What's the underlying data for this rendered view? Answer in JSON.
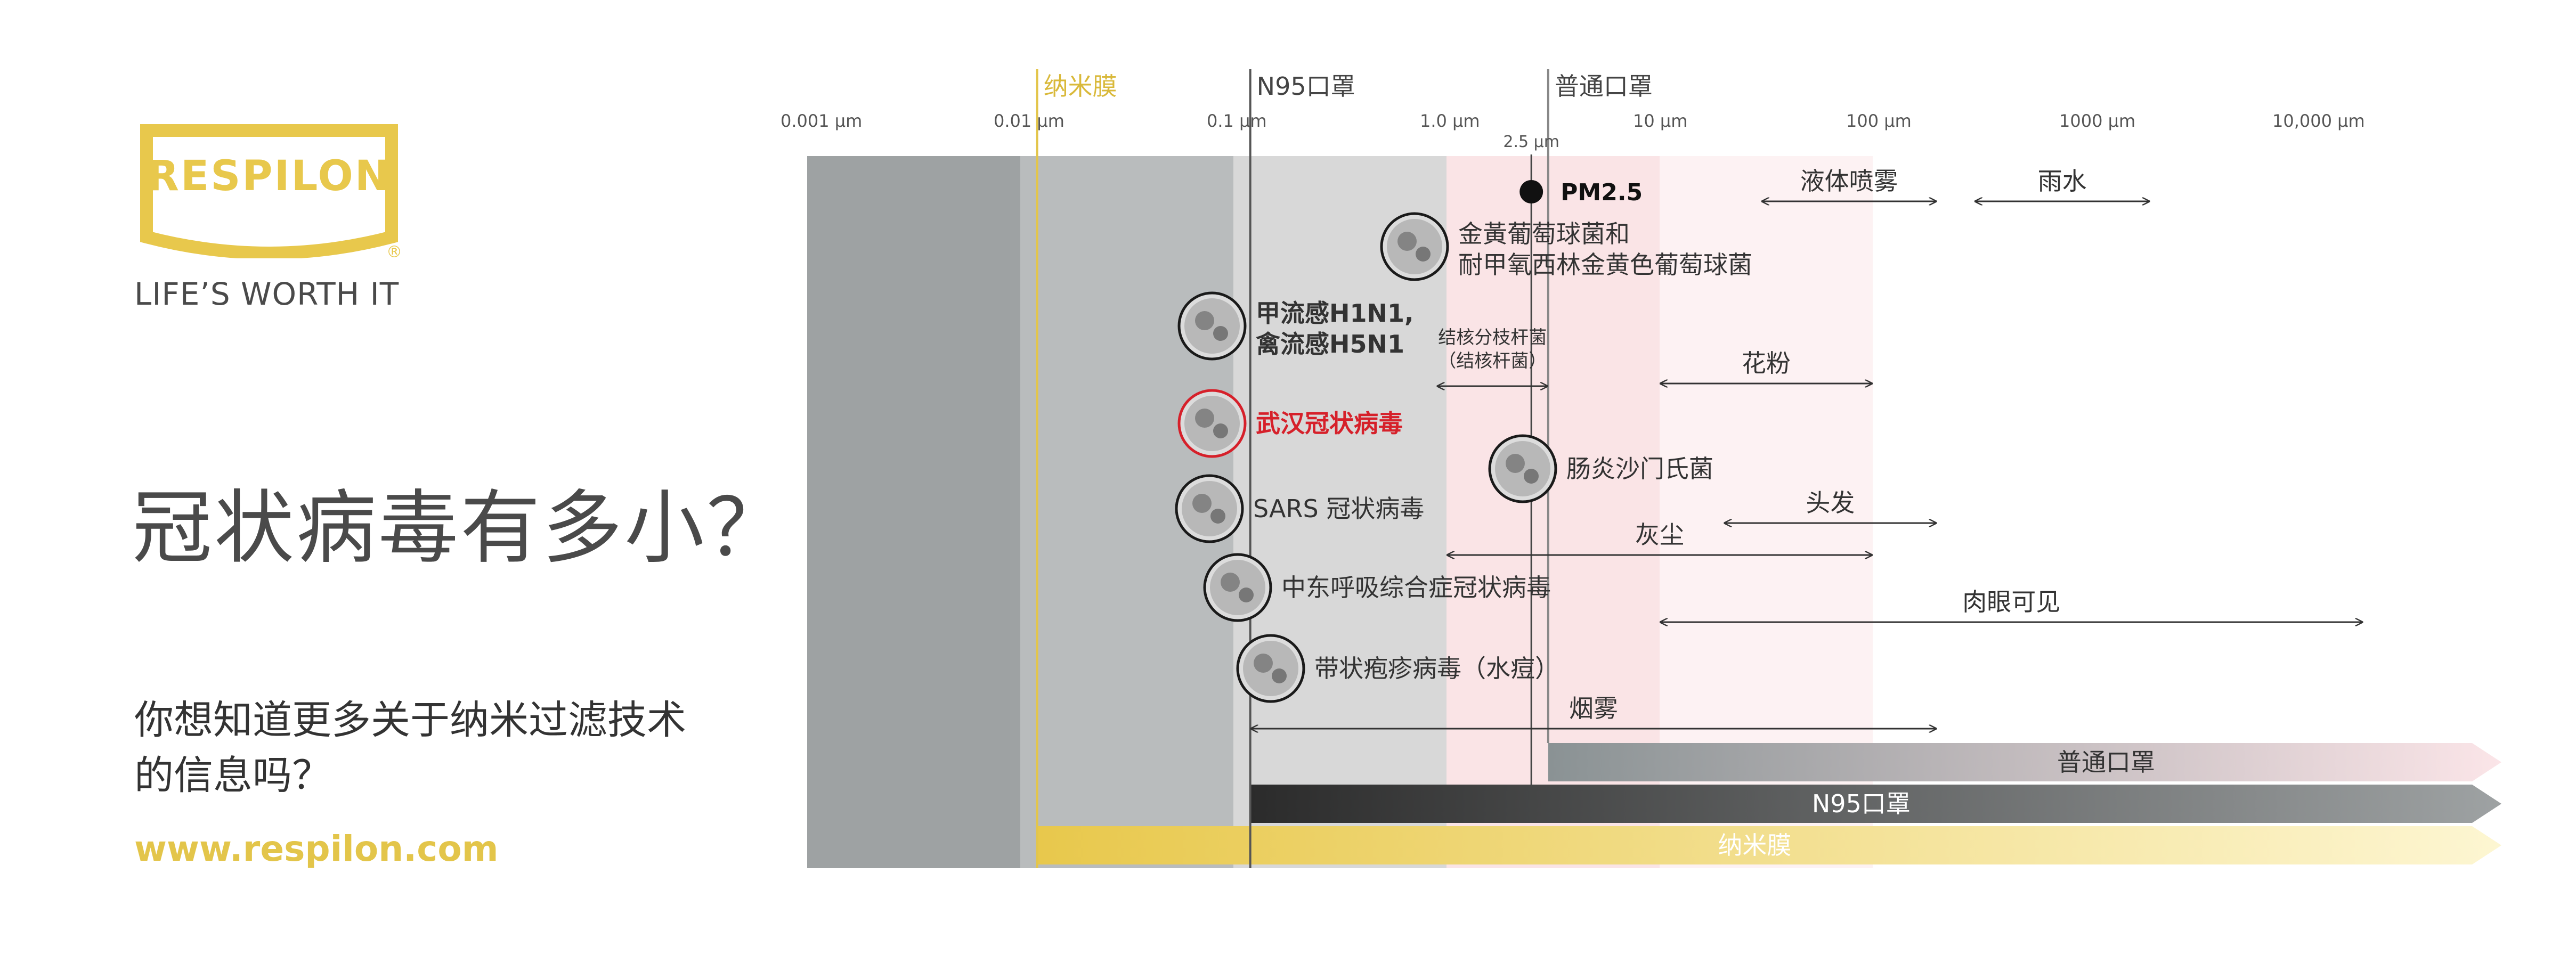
{
  "brand": {
    "logo_text": "RESPILON",
    "registered": "®",
    "tagline": "LIFE’S WORTH IT",
    "url": "www.respilon.com",
    "gold": "#e8c84c"
  },
  "left": {
    "question": "冠状病毒有多小？",
    "more_info": "你想知道更多关于纳米过滤技术的信息吗？"
  },
  "chart_data": {
    "type": "diagram",
    "scale": "log",
    "axis_range_um": [
      0.001,
      30000
    ],
    "ticks": [
      {
        "value": 0.001,
        "label": "0.001 µm"
      },
      {
        "value": 0.01,
        "label": "0.01 µm"
      },
      {
        "value": 0.1,
        "label": "0.1 µm"
      },
      {
        "value": 1,
        "label": "1.0 µm"
      },
      {
        "value": 10,
        "label": "10 µm"
      },
      {
        "value": 100,
        "label": "100 µm"
      },
      {
        "value": 1000,
        "label": "1000 µm"
      },
      {
        "value": 10000,
        "label": "10,000 µm"
      }
    ],
    "minor_tick": {
      "value": 2.5,
      "label": "2.5 µm"
    },
    "filter_lines": [
      {
        "name": "纳米膜",
        "value": 0.012,
        "color": "#e3c54a"
      },
      {
        "name": "N95口罩",
        "value": 0.12,
        "color": "#555555"
      },
      {
        "name": "普通口罩",
        "value": 3,
        "color": "#888888"
      }
    ],
    "bands": [
      {
        "from": 0.001,
        "to": 0.01,
        "color": "#9ea2a3"
      },
      {
        "from": 0.01,
        "to": 0.1,
        "color": "#b9bcbd"
      },
      {
        "from": 0.1,
        "to": 1,
        "color": "#d8d8d8"
      },
      {
        "from": 1,
        "to": 10,
        "color": "#fae4e6"
      },
      {
        "from": 10,
        "to": 100,
        "color": "#fdf2f3"
      }
    ],
    "pm": {
      "label": "PM2.5",
      "value": 2.5
    },
    "pathogens": [
      {
        "label": "金黃葡萄球菌和",
        "label2": "耐甲氧西林金黄色葡萄球菌",
        "value": 0.9,
        "row": 1,
        "bold": false,
        "red": false
      },
      {
        "label": "甲流感H1N1,",
        "label2": "禽流感H5N1",
        "value": 0.08,
        "row": 2,
        "bold": true,
        "red": false
      },
      {
        "label": "武汉冠状病毒",
        "label2": "",
        "value": 0.08,
        "row": 3,
        "bold": true,
        "red": true
      },
      {
        "label": "肠炎沙门氏菌",
        "label2": "",
        "value": 2.5,
        "row": 4,
        "bold": false,
        "red": false
      },
      {
        "label": "SARS 冠状病毒",
        "label2": "",
        "value": 0.075,
        "row": 5,
        "bold": false,
        "red": false
      },
      {
        "label": "中东呼吸综合症冠状病毒",
        "label2": "",
        "value": 0.1,
        "row": 6,
        "bold": false,
        "red": false
      },
      {
        "label": "带状疱疹病毒（水痘）",
        "label2": "",
        "value": 0.13,
        "row": 7,
        "bold": false,
        "red": false
      }
    ],
    "ranges": [
      {
        "label": "液体喷雾",
        "from": 30,
        "to": 200,
        "row": 0
      },
      {
        "label": "雨水",
        "from": 300,
        "to": 2000,
        "row": 0
      },
      {
        "label": "结核分枝杆菌",
        "label2": "（结核杆菌）",
        "from": 0.9,
        "to": 3,
        "row": 2
      },
      {
        "label": "花粉",
        "from": 10,
        "to": 100,
        "row": 2
      },
      {
        "label": "头发",
        "from": 20,
        "to": 200,
        "row": 4
      },
      {
        "label": "灰尘",
        "from": 1,
        "to": 100,
        "row": 5
      },
      {
        "label": "肉眼可见",
        "from": 10,
        "to": 20000,
        "row": 6
      },
      {
        "label": "烟雾",
        "from": 0.12,
        "to": 200,
        "row": 8
      }
    ],
    "efficiency_arrows": [
      {
        "label": "普通口罩",
        "from": 3,
        "color_from": "#8a9294",
        "color_to": "#fbe5e8",
        "text_color": "#333333"
      },
      {
        "label": "N95口罩",
        "from": 0.12,
        "color_from": "#2b2b2b",
        "color_to": "#9ea2a3",
        "text_color": "#ffffff"
      },
      {
        "label": "纳米膜",
        "from": 0.012,
        "color_from": "#e8c84c",
        "color_to": "#fdf6d2",
        "text_color": "#ffffff"
      }
    ]
  }
}
